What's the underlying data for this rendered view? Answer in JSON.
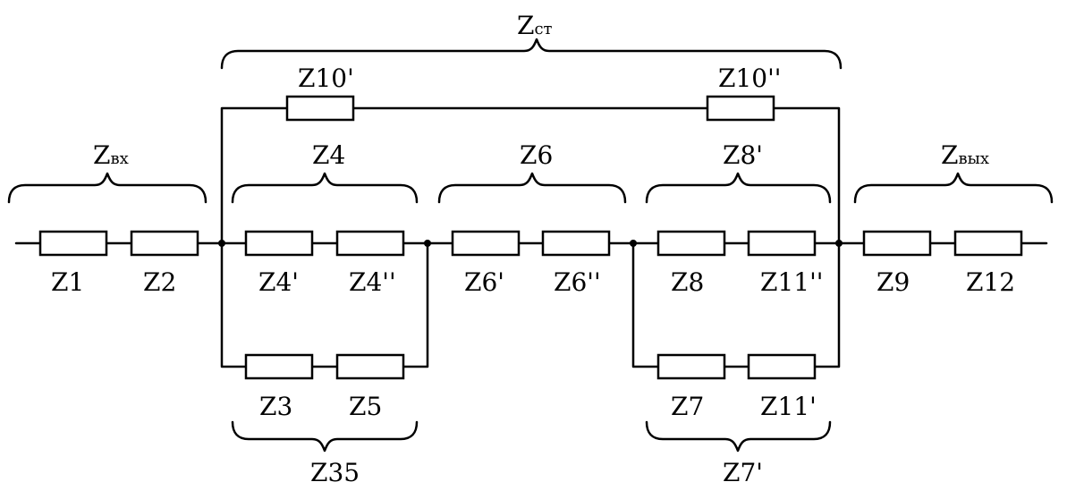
{
  "labels": {
    "z_st": {
      "main": "Z",
      "sub": "ст"
    },
    "z_10p": {
      "main": "Z",
      "sub": "10'"
    },
    "z_10pp": {
      "main": "Z",
      "sub": "10''"
    },
    "z_vx": {
      "main": "Z",
      "sub": "вх"
    },
    "z_4": {
      "main": "Z",
      "sub": "4"
    },
    "z_6": {
      "main": "Z",
      "sub": "6"
    },
    "z_8p": {
      "main": "Z",
      "sub": "8'"
    },
    "z_vyx": {
      "main": "Z",
      "sub": "вых"
    },
    "z_1": {
      "main": "Z",
      "sub": "1"
    },
    "z_2": {
      "main": "Z",
      "sub": "2"
    },
    "z_4p": {
      "main": "Z",
      "sub": "4'"
    },
    "z_4pp": {
      "main": "Z",
      "sub": "4''"
    },
    "z_6p": {
      "main": "Z",
      "sub": "6'"
    },
    "z_6pp": {
      "main": "Z",
      "sub": "6''"
    },
    "z_8": {
      "main": "Z",
      "sub": "8"
    },
    "z_11pp": {
      "main": "Z",
      "sub": "11''"
    },
    "z_9": {
      "main": "Z",
      "sub": "9"
    },
    "z_12": {
      "main": "Z",
      "sub": "12"
    },
    "z_3": {
      "main": "Z",
      "sub": "3"
    },
    "z_5": {
      "main": "Z",
      "sub": "5"
    },
    "z_7": {
      "main": "Z",
      "sub": "7"
    },
    "z_11p": {
      "main": "Z",
      "sub": "11'"
    },
    "z_35": {
      "main": "Z",
      "sub": "35"
    },
    "z_7p": {
      "main": "Z",
      "sub": "7'"
    }
  }
}
